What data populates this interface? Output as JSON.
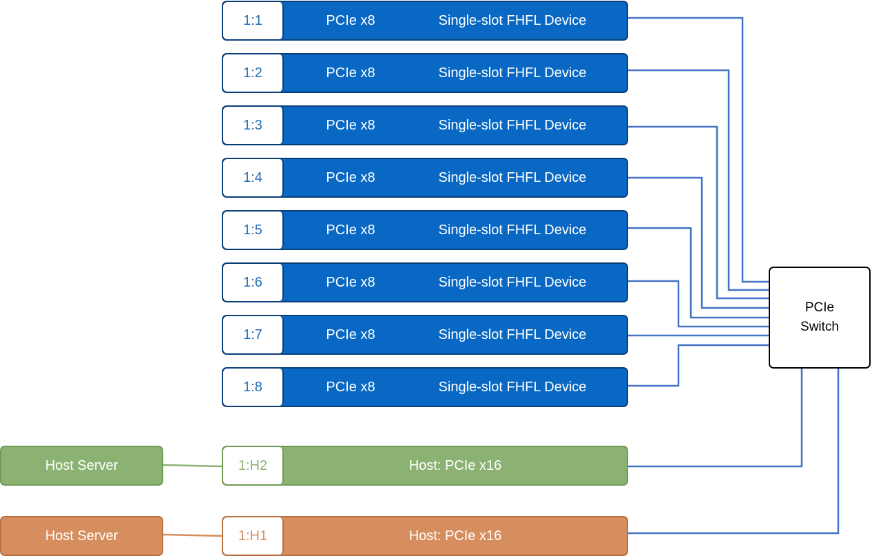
{
  "devices": [
    {
      "id": "1:1",
      "lane": "PCIe x8",
      "desc": "Single-slot FHFL Device"
    },
    {
      "id": "1:2",
      "lane": "PCIe x8",
      "desc": "Single-slot FHFL Device"
    },
    {
      "id": "1:3",
      "lane": "PCIe x8",
      "desc": "Single-slot FHFL Device"
    },
    {
      "id": "1:4",
      "lane": "PCIe x8",
      "desc": "Single-slot FHFL Device"
    },
    {
      "id": "1:5",
      "lane": "PCIe x8",
      "desc": "Single-slot FHFL Device"
    },
    {
      "id": "1:6",
      "lane": "PCIe x8",
      "desc": "Single-slot FHFL Device"
    },
    {
      "id": "1:7",
      "lane": "PCIe x8",
      "desc": "Single-slot FHFL Device"
    },
    {
      "id": "1:8",
      "lane": "PCIe x8",
      "desc": "Single-slot FHFL Device"
    }
  ],
  "hosts": [
    {
      "id": "1:H2",
      "label": "Host: PCIe x16",
      "server": "Host Server",
      "color": "#8bb273"
    },
    {
      "id": "1:H1",
      "label": "Host: PCIe x16",
      "server": "Host Server",
      "color": "#d68e5e"
    }
  ],
  "switch": {
    "line1": "PCIe",
    "line2": "Switch"
  },
  "colors": {
    "device_fill": "#0868c4",
    "device_border": "#0a3e78",
    "wire": "#4472c4"
  }
}
